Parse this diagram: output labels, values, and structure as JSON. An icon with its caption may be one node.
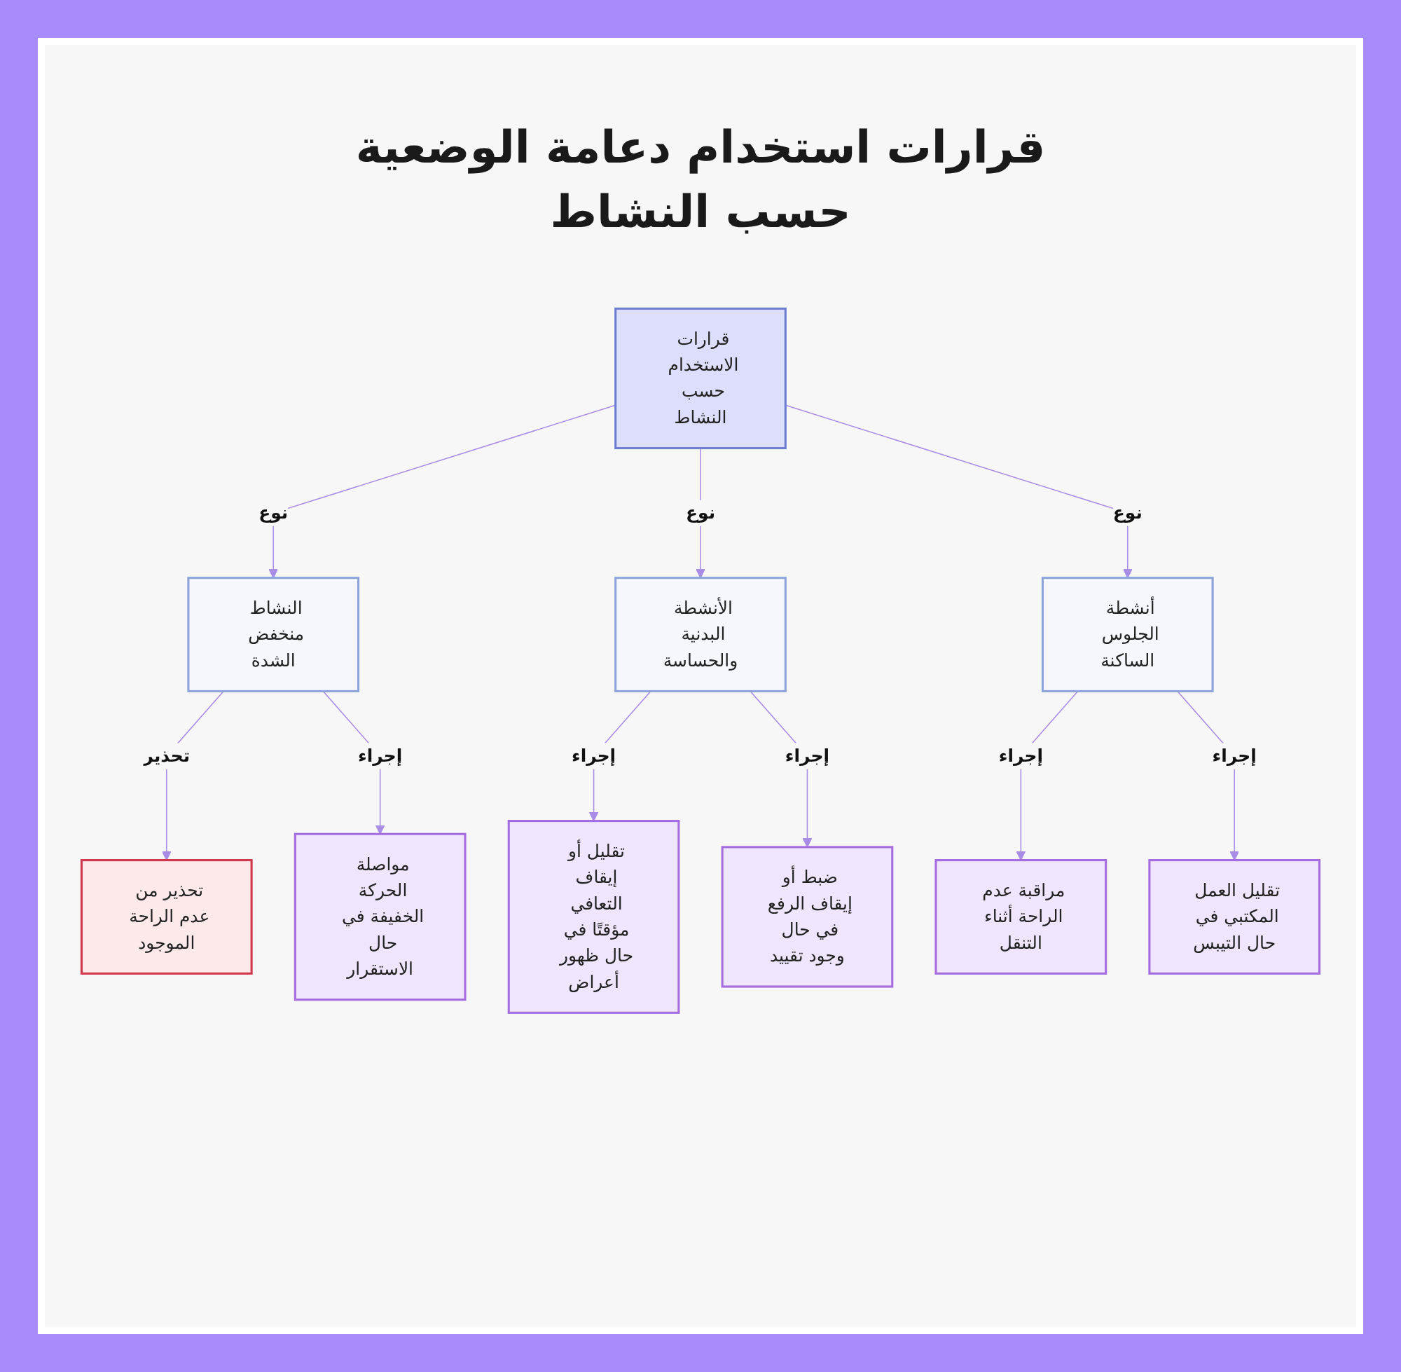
{
  "diagram": {
    "title": "قرارات استخدام دعامة الوضعية حسب النشاط",
    "nodes": [
      {
        "text": [
          "قرارات الاستخدام حسب النشاط"
        ]
      },
      {
        "text": [
          "النشاط منخفض الشدة"
        ]
      },
      {
        "text": [
          "الأنشطة البدنية والحساسة"
        ]
      },
      {
        "text": [
          "أنشطة الجلوس الساكنة"
        ]
      },
      {
        "text": [
          "تحذير من عدم الراحة الموجود"
        ]
      },
      {
        "text": [
          "مواصلة الحركة الخفيفة في حال الاستقرار"
        ]
      },
      {
        "text": [
          "تقليل أو إيقاف التعافي مؤقتًا في حال ظهور أعراض"
        ]
      },
      {
        "text": [
          "ضبط أو إيقاف الرفع في حال وجود تقييد"
        ]
      },
      {
        "text": [
          "مراقبة عدم الراحة أثناء التنقل"
        ]
      },
      {
        "text": [
          "تقليل العمل المكتبي في حال التيبس"
        ]
      }
    ],
    "edges": [
      {
        "from": 0,
        "to": 1,
        "arrow": "to",
        "label": "نوع"
      },
      {
        "from": 0,
        "to": 2,
        "arrow": "to",
        "label": "نوع"
      },
      {
        "from": 0,
        "to": 3,
        "arrow": "to",
        "label": "نوع"
      },
      {
        "from": 1,
        "to": 4,
        "arrow": "to",
        "label": "تحذير"
      },
      {
        "from": 1,
        "to": 5,
        "arrow": "to",
        "label": "إجراء"
      },
      {
        "from": 2,
        "to": 6,
        "arrow": "to",
        "label": "إجراء"
      },
      {
        "from": 2,
        "to": 7,
        "arrow": "to",
        "label": "إجراء"
      },
      {
        "from": 3,
        "to": 8,
        "arrow": "to",
        "label": "إجراء"
      },
      {
        "from": 3,
        "to": 9,
        "arrow": "to",
        "label": "إجراء"
      }
    ]
  }
}
